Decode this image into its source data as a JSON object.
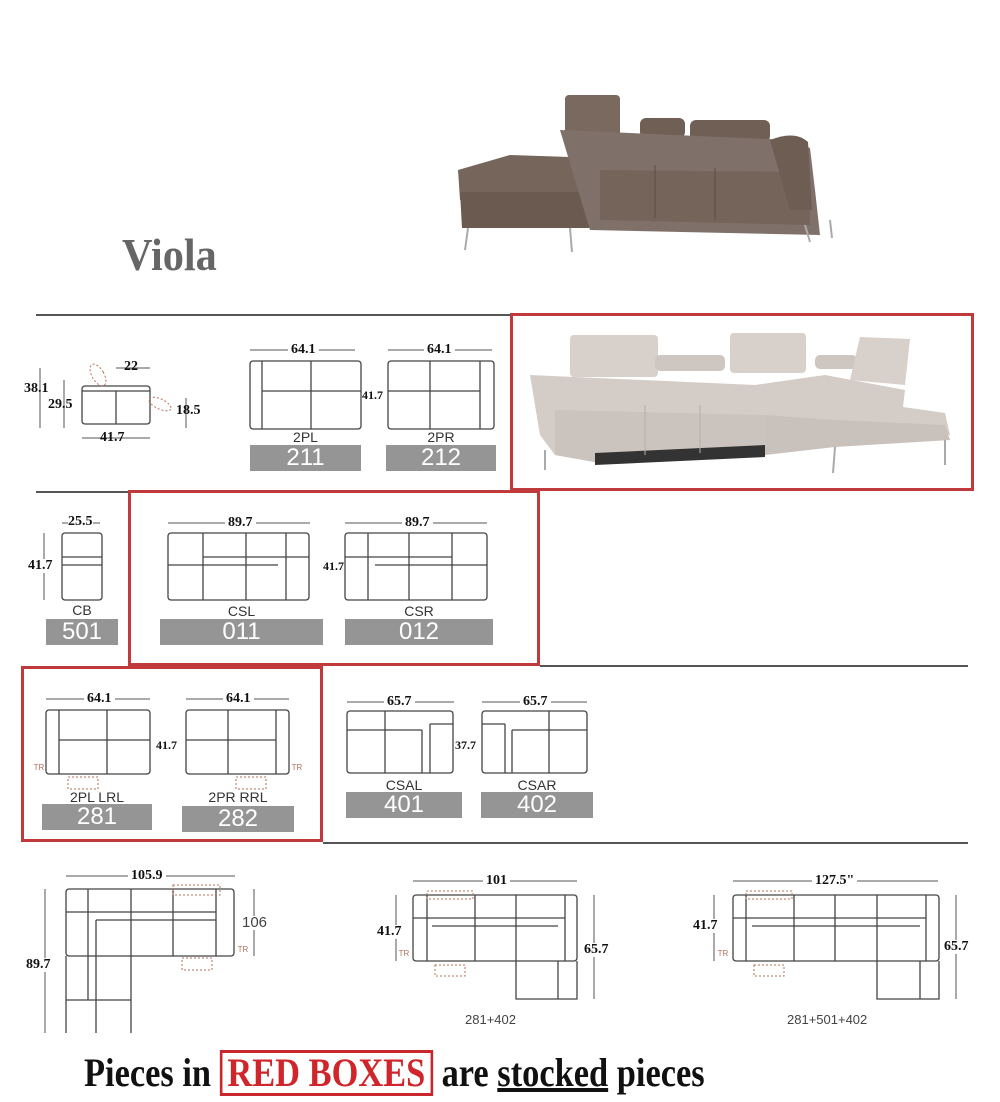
{
  "product": {
    "name": "Viola",
    "hero_image": "sofa-with-left-chaise-brown-leather",
    "config_image": "sectional-with-right-chaise-light-grey-leather"
  },
  "side_profile": {
    "overall_height": "38.1",
    "seat_height": "29.5",
    "headrest_tilt": "22",
    "recline_extension": "18.5",
    "depth": "41.7"
  },
  "pieces": [
    {
      "code": "2PL",
      "number": "211",
      "width": "64.1",
      "depth": "41.7",
      "stocked": false
    },
    {
      "code": "2PR",
      "number": "212",
      "width": "64.1",
      "depth": "41.7",
      "stocked": false
    },
    {
      "code": "CB",
      "number": "501",
      "width": "25.5",
      "depth": "41.7",
      "stocked": false
    },
    {
      "code": "CSL",
      "number": "011",
      "width": "89.7",
      "depth": "41.7",
      "stocked": true
    },
    {
      "code": "CSR",
      "number": "012",
      "width": "89.7",
      "depth": "41.7",
      "stocked": true
    },
    {
      "code": "2PL LRL",
      "number": "281",
      "width": "64.1",
      "depth": "41.7",
      "stocked": true,
      "power": "TR"
    },
    {
      "code": "2PR RRL",
      "number": "282",
      "width": "64.1",
      "depth": "41.7",
      "stocked": true,
      "power": "TR"
    },
    {
      "code": "CSAL",
      "number": "401",
      "width": "65.7",
      "depth": "37.7",
      "stocked": false
    },
    {
      "code": "CSAR",
      "number": "402",
      "width": "65.7",
      "depth": "37.7",
      "stocked": false
    }
  ],
  "configurations": [
    {
      "width": "105.9",
      "depth_left": "89.7",
      "depth_right": "106",
      "label": "",
      "power": "TR"
    },
    {
      "width": "101",
      "depth_left": "41.7",
      "depth_right": "65.7",
      "label": "281+402",
      "power": "TR"
    },
    {
      "width": "127.5\"",
      "depth_left": "41.7",
      "depth_right": "65.7",
      "label": "281+501+402",
      "power": "TR"
    }
  ],
  "power_label": "TR",
  "footer": {
    "prefix": "Pieces in ",
    "highlight": "RED BOXES",
    "middle": " are ",
    "underlined": "stocked",
    "suffix": " pieces"
  },
  "colors": {
    "stock_red": "#c0393b",
    "number_bar": "#959595",
    "title_gray": "#666666"
  }
}
